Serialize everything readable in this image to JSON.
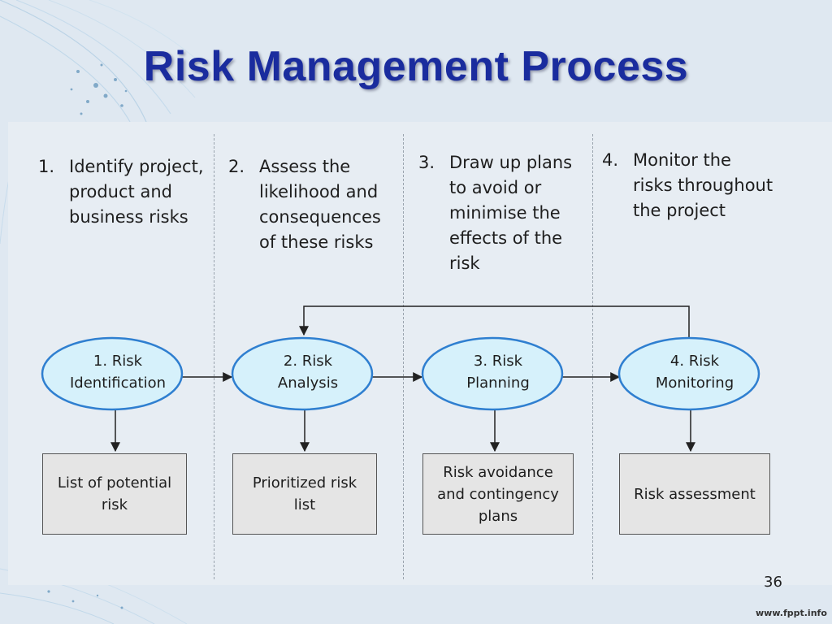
{
  "title": "Risk Management Process",
  "steps": [
    {
      "num": "1.",
      "lines": [
        "Identify project,",
        "product and",
        "business risks"
      ]
    },
    {
      "num": "2.",
      "lines": [
        "Assess the",
        "likelihood and",
        "consequences",
        "of these risks"
      ]
    },
    {
      "num": "3.",
      "lines": [
        "Draw up plans",
        "to avoid or",
        "minimise the",
        "effects of the",
        "risk"
      ]
    },
    {
      "num": "4.",
      "lines": [
        "Monitor the",
        "risks throughout",
        "the project"
      ]
    }
  ],
  "stages": [
    {
      "line1": "1. Risk",
      "line2": "Identification"
    },
    {
      "line1": "2. Risk",
      "line2": "Analysis"
    },
    {
      "line1": "3. Risk",
      "line2": "Planning"
    },
    {
      "line1": "4. Risk",
      "line2": "Monitoring"
    }
  ],
  "outputs": [
    {
      "lines": [
        "List of potential",
        "risk"
      ]
    },
    {
      "lines": [
        "Prioritized risk",
        "list"
      ]
    },
    {
      "lines": [
        "Risk avoidance",
        "and contingency",
        "plans"
      ]
    },
    {
      "lines": [
        "Risk assessment"
      ]
    }
  ],
  "page_number": "36",
  "watermark": "www.fppt.info",
  "colors": {
    "title": "#1a2c9e",
    "ellipse_fill": "#d6f1fb",
    "ellipse_stroke": "#2f7fd0",
    "box_fill": "#e5e5e5"
  }
}
